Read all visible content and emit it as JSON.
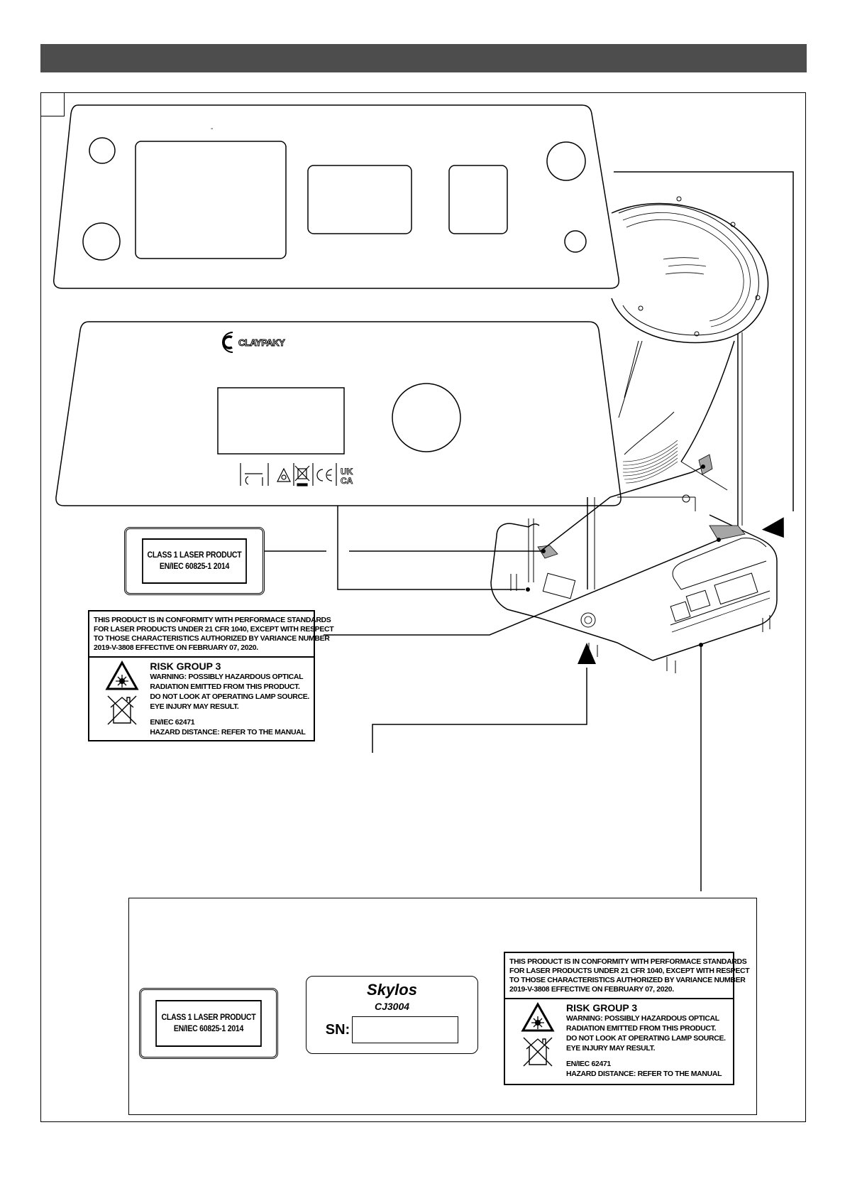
{
  "header": {
    "title": ""
  },
  "top_panel": {
    "mark": "-"
  },
  "front_panel": {
    "logo_text": "CLAYPAKY",
    "symbols": [
      "class1-laser-symbol",
      "laser-warning-symbol",
      "weee-bin-symbol",
      "ce-mark",
      "ukca-mark"
    ],
    "symbol_text": {
      "ce": "CE",
      "ukca_top": "UK",
      "ukca_bottom": "CA"
    }
  },
  "laser_label": {
    "line1": "CLASS 1 LASER PRODUCT",
    "line2": "EN/IEC 60825-1 2014"
  },
  "conformity_label": {
    "statement": [
      "THIS PRODUCT IS IN CONFORMITY WITH PERFORMACE STANDARDS",
      "FOR LASER PRODUCTS UNDER 21 CFR 1040, EXCEPT WITH RESPECT",
      "TO THOSE CHARACTERISTICS AUTHORIZED BY VARIANCE NUMBER",
      "2019-V-3808 EFFECTIVE ON FEBRUARY 07, 2020."
    ],
    "risk_group": "RISK GROUP 3",
    "warning": [
      "WARNING: POSSIBLY HAZARDOUS OPTICAL",
      "RADIATION EMITTED FROM THIS PRODUCT.",
      "DO NOT LOOK AT OPERATING LAMP SOURCE.",
      "EYE INJURY MAY RESULT."
    ],
    "standard": "EN/IEC 62471",
    "hazard_distance": "HAZARD DISTANCE: REFER TO THE MANUAL"
  },
  "serial_label": {
    "product_name": "Skylos",
    "model_code": "CJ3004",
    "sn_label": "SN:",
    "sn_value": ""
  },
  "colors": {
    "header_bar": "#4d4d4d",
    "label_patch": "#a6a6a6",
    "line": "#000000"
  }
}
